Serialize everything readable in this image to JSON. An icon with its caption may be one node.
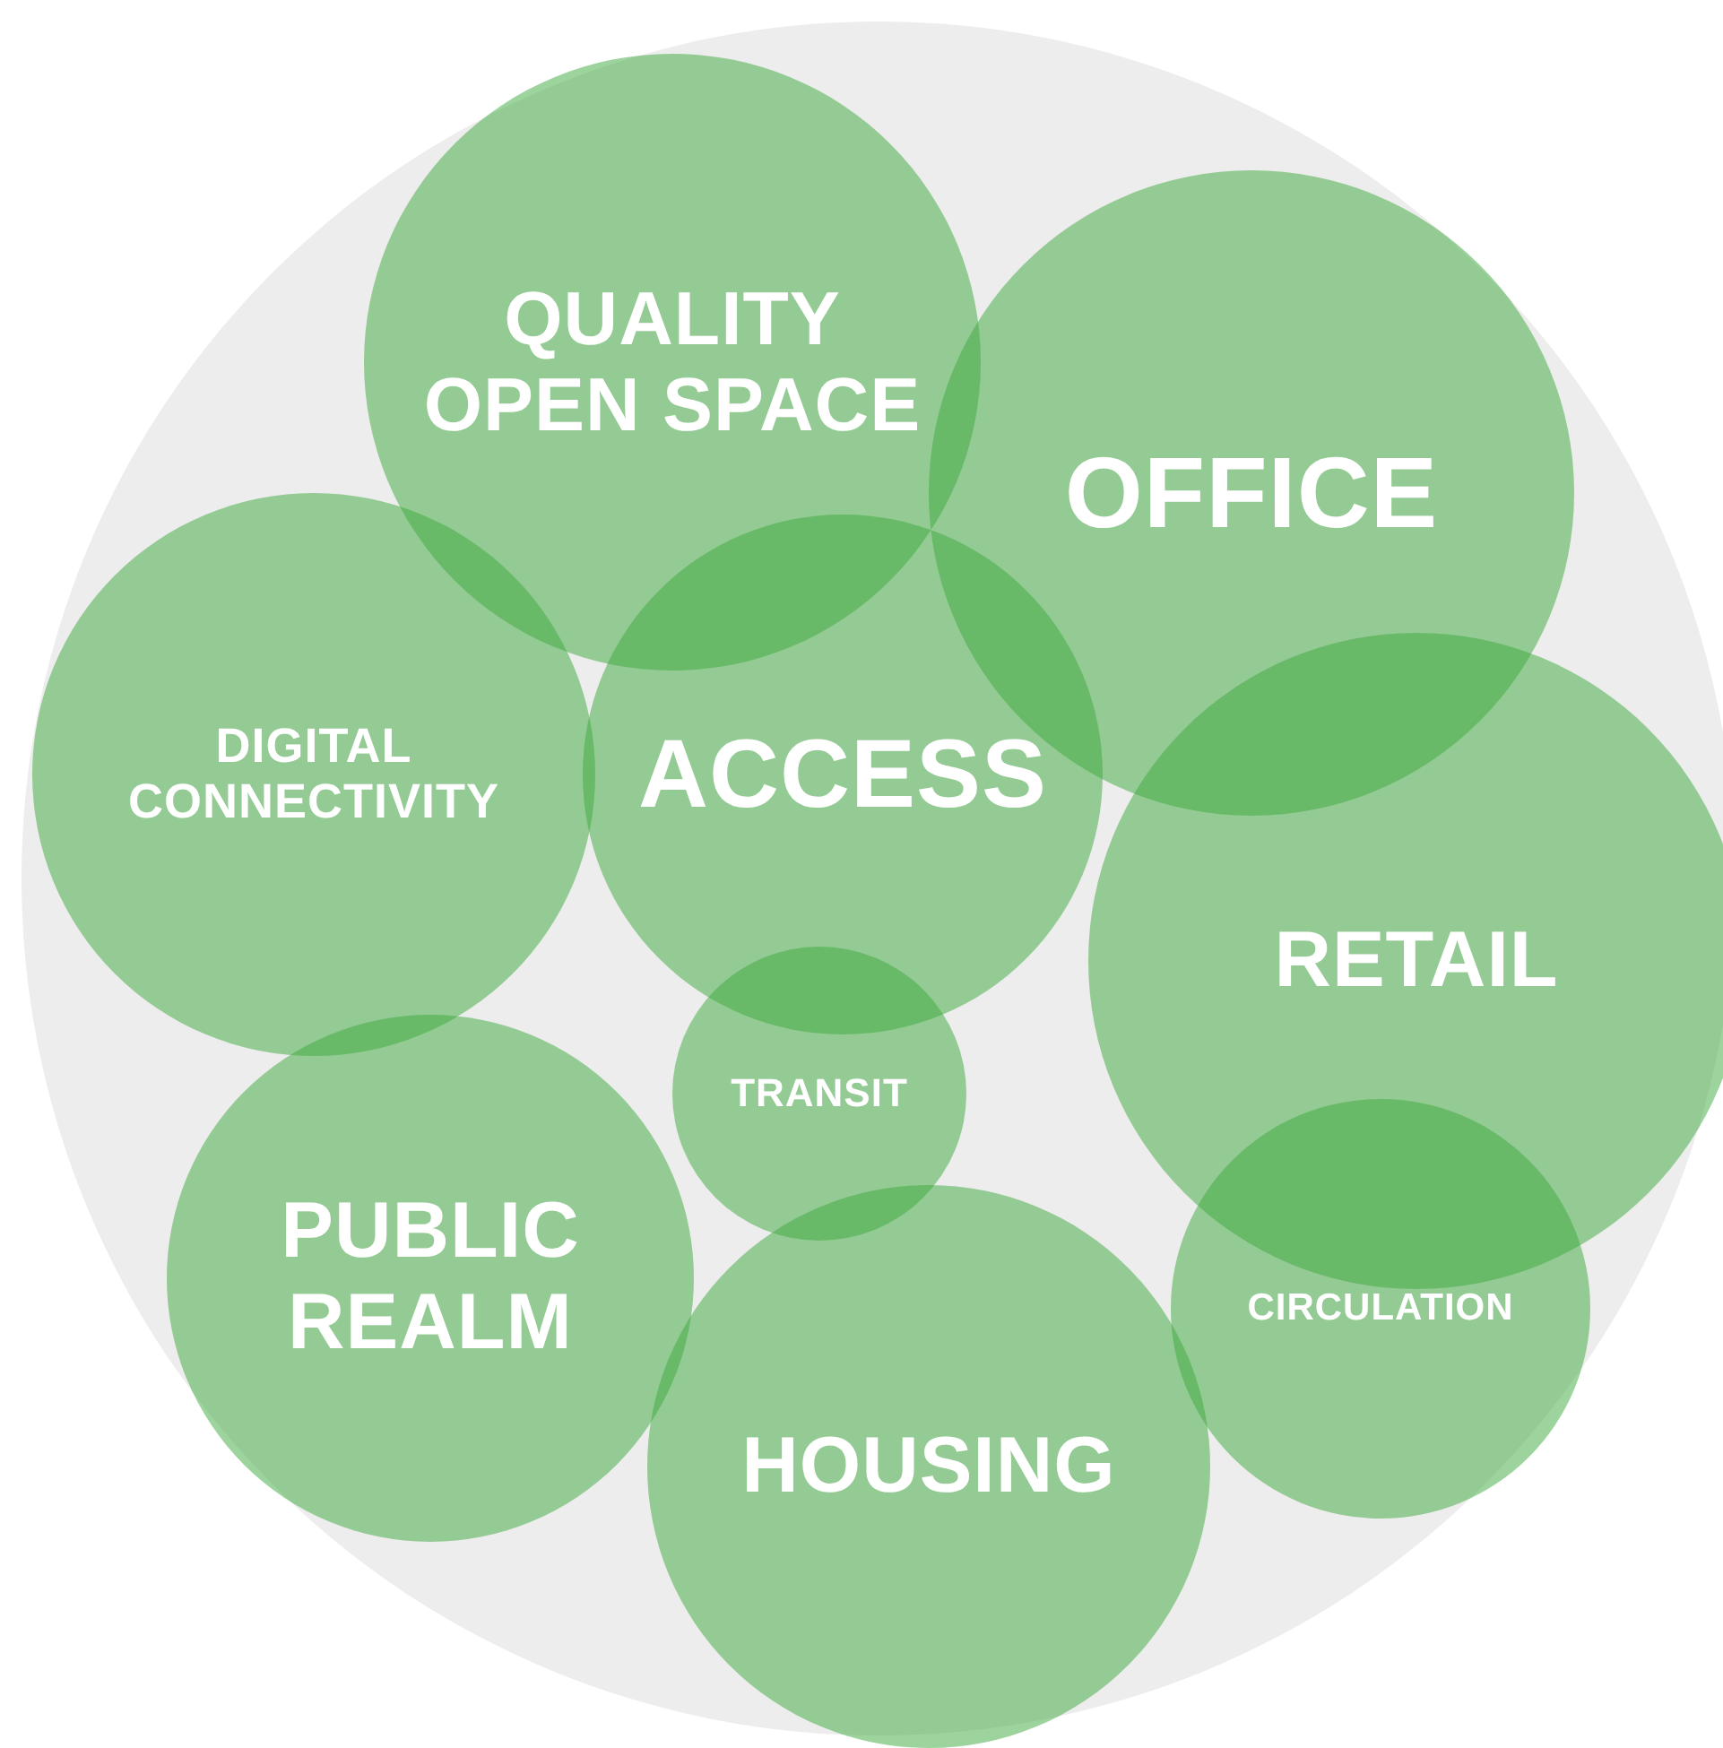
{
  "diagram": {
    "nodes": [
      {
        "text": [],
        "shape": "circle"
      },
      {
        "text": [
          "QUALITY OPEN SPACE"
        ],
        "in": 0
      },
      {
        "text": [
          "OFFICE"
        ],
        "in": 0
      },
      {
        "text": [
          "DIGITAL CONNECTIVITY"
        ],
        "in": 0
      },
      {
        "text": [
          "ACCESS"
        ],
        "in": 0
      },
      {
        "text": [
          "RETAIL"
        ],
        "in": 0
      },
      {
        "text": [
          "TRANSIT"
        ],
        "in": 0
      },
      {
        "text": [
          "PUBLIC REALM"
        ],
        "in": 0
      },
      {
        "text": [
          "HOUSING"
        ],
        "in": 0
      },
      {
        "text": [
          "CIRCULATION"
        ],
        "in": 0
      }
    ]
  }
}
